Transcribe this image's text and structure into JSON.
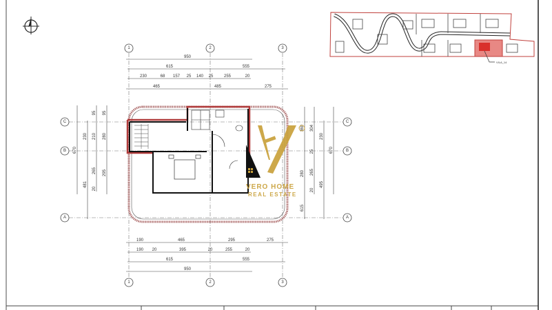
{
  "drawing": {
    "axes_columns": [
      "1",
      "2",
      "3"
    ],
    "axes_rows": [
      "C",
      "B",
      "A"
    ],
    "top_dims": {
      "overall": "950",
      "row2": [
        "615",
        "555"
      ],
      "row3": [
        "230",
        "68",
        "157",
        "25",
        "140",
        "25",
        "255",
        "20"
      ],
      "row4": [
        "465",
        "485",
        "275"
      ]
    },
    "bottom_dims": {
      "row1": [
        "190",
        "465",
        "295",
        "275"
      ],
      "row2": [
        "190",
        "20",
        "395",
        "20",
        "255",
        "20"
      ],
      "row3": [
        "615",
        "555"
      ],
      "overall": "950"
    },
    "left_dims": {
      "overall": "670",
      "col2": [
        "230",
        "481"
      ],
      "col3": [
        "95",
        "210",
        "265",
        "20"
      ],
      "col4": [
        "95",
        "280",
        "295"
      ]
    },
    "right_dims": {
      "col1": [
        "360",
        "280",
        "615"
      ],
      "col2": [
        "304",
        "25",
        "265",
        "20"
      ],
      "col3": [
        "230",
        "495"
      ],
      "overall": "670"
    },
    "site_plan_label": "VILA_14",
    "highlight_color": "#d9302c"
  },
  "watermark": {
    "line1": "VERO HOME",
    "line2": "REAL ESTATE",
    "color": "#c9a13b"
  },
  "icons": {
    "north": "compass-north-icon"
  }
}
